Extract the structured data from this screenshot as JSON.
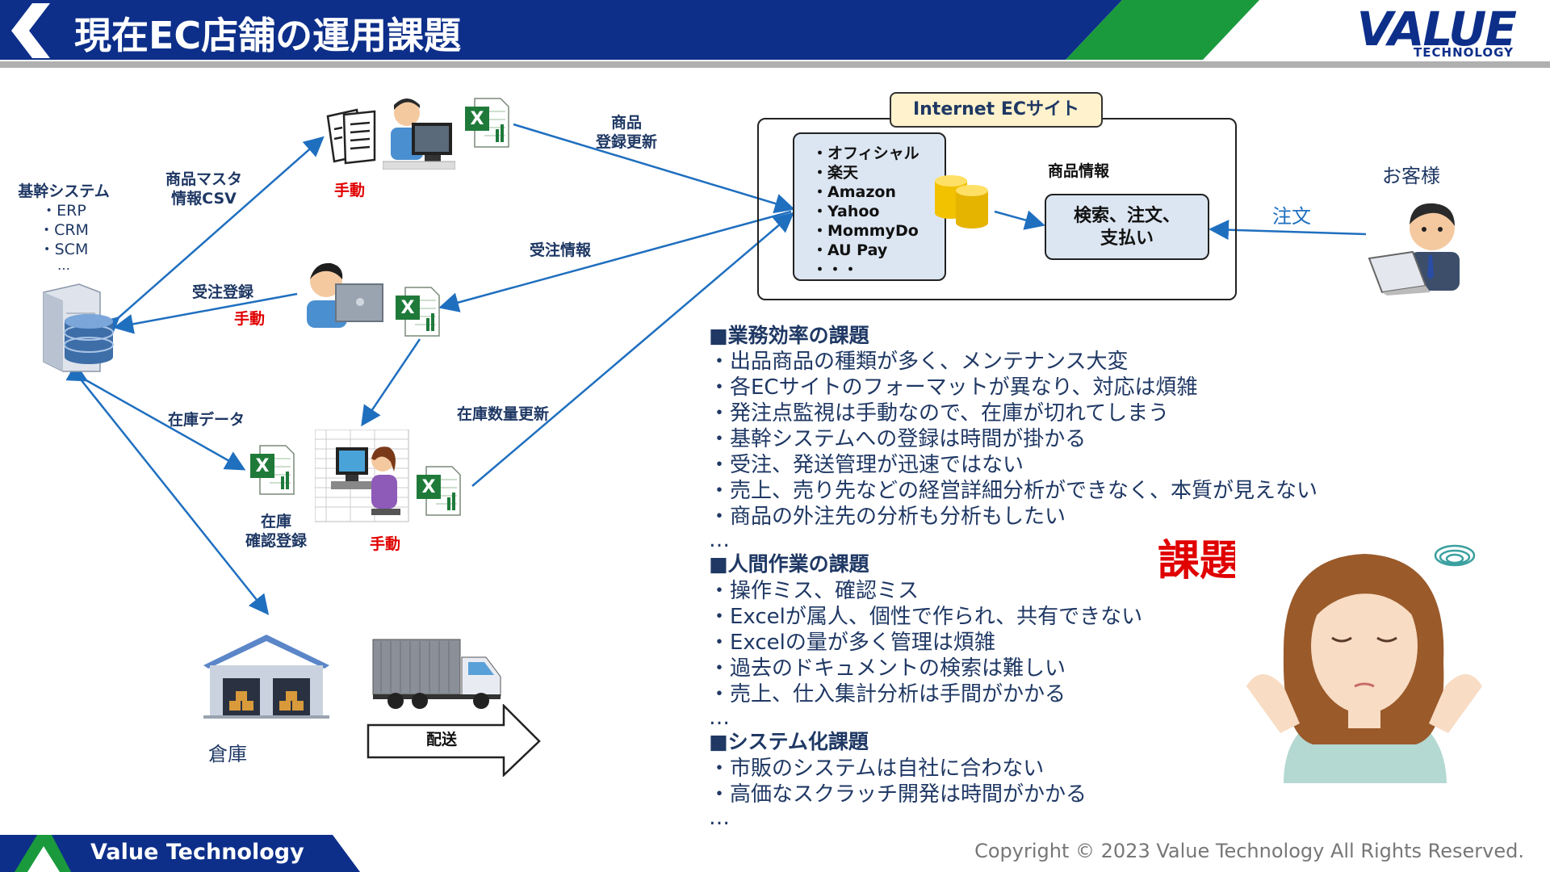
{
  "header": {
    "title": "現在EC店舗の運用課題",
    "brand": "VALUE",
    "brand_sub": "TECHNOLOGY"
  },
  "footer": {
    "brand": "Value Technology",
    "copyright": "Copyright © 2023 Value Technology All Rights Reserved."
  },
  "core_system": {
    "title": "基幹システム",
    "items": [
      "・ERP",
      "・CRM",
      "・SCM",
      "…"
    ]
  },
  "labels": {
    "master_csv": [
      "商品マスタ",
      "情報CSV"
    ],
    "manual": "手動",
    "product_reg": [
      "商品",
      "登録更新"
    ],
    "order_info": "受注情報",
    "order_reg": "受注登録",
    "stock_data": "在庫データ",
    "stock_update": "在庫数量更新",
    "stock_confirm": [
      "在庫",
      "確認登録"
    ],
    "warehouse": "倉庫",
    "delivery": "配送",
    "order": "注文",
    "customer": "お客様"
  },
  "ec": {
    "title": "Internet ECサイト",
    "sites": [
      "・オフィシャル",
      "・楽天",
      "・Amazon",
      "・Yahoo",
      "・MommyDo",
      "・AU Pay",
      "・・・"
    ],
    "product_info": "商品情報",
    "functions": [
      "検索、注文、",
      "支払い"
    ]
  },
  "issues": {
    "keyword": "課題",
    "sections": [
      {
        "heading": "■業務効率の課題",
        "items": [
          "・出品商品の種類が多く、メンテナンス大変",
          "・各ECサイトのフォーマットが異なり、対応は煩雑",
          "・発注点監視は手動なので、在庫が切れてしまう",
          "・基幹システムへの登録は時間が掛かる",
          "・受注、発送管理が迅速ではない",
          "・売上、売り先などの経営詳細分析ができなく、本質が見えない",
          "・商品の外注先の分析も分析もしたい",
          "…"
        ]
      },
      {
        "heading": "■人間作業の課題",
        "items": [
          "・操作ミス、確認ミス",
          "・Excelが属人、個性で作られ、共有できない",
          "・Excelの量が多く管理は煩雑",
          "・過去のドキュメントの検索は難しい",
          "・売上、仕入集計分析は手間がかかる",
          "…"
        ]
      },
      {
        "heading": "■システム化課題",
        "items": [
          "・市販のシステムは自社に合わない",
          "・高価なスクラッチ開発は時間がかかる",
          "…"
        ]
      }
    ]
  },
  "colors": {
    "navy": "#0d2f8a",
    "green": "#1a9a3c",
    "arrow": "#1f6fbf",
    "accent_red": "#e00000"
  }
}
